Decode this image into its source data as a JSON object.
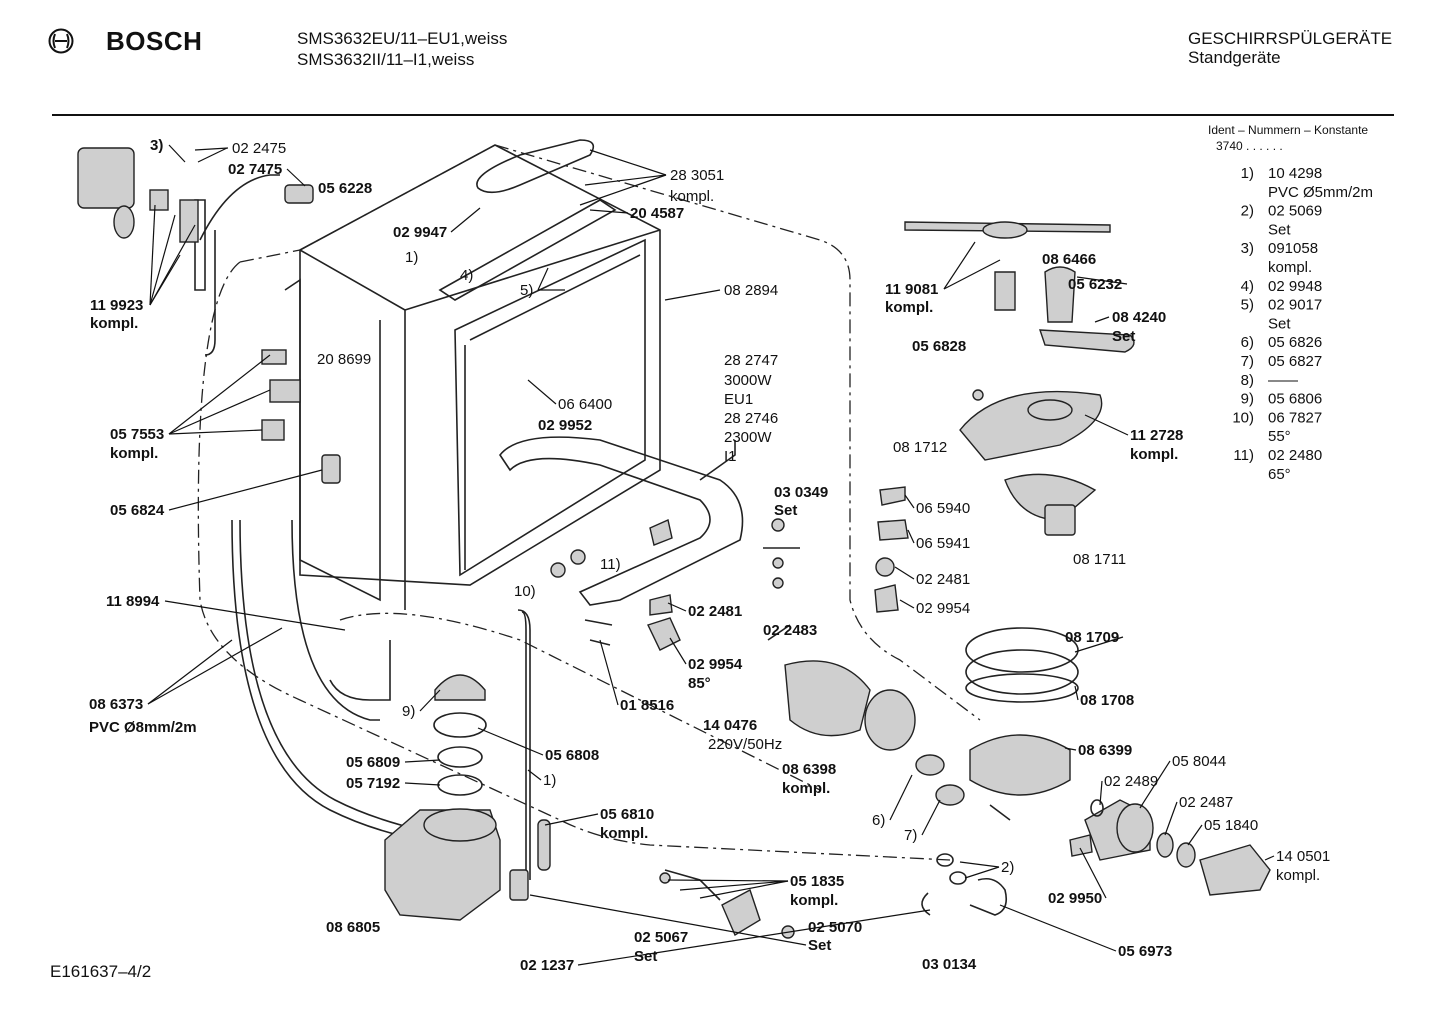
{
  "header": {
    "brand": "BOSCH",
    "model_line_1": "SMS3632EU/11–EU1,weiss",
    "model_line_2": "SMS3632II/11–I1,weiss",
    "category": "GESCHIRRSPÜLGERÄTE",
    "subcategory": "Standgeräte"
  },
  "ident": {
    "title": "Ident – Nummern – Konstante",
    "code": "3740 . . . . . ."
  },
  "legend": [
    [
      "1)",
      "10 4298"
    ],
    [
      "",
      "PVC  Ø5mm/2m"
    ],
    [
      "2)",
      "02 5069"
    ],
    [
      "",
      "Set"
    ],
    [
      "3)",
      "091058"
    ],
    [
      "",
      "kompl."
    ],
    [
      "4)",
      "02 9948"
    ],
    [
      "5)",
      "02 9017"
    ],
    [
      "",
      "Set"
    ],
    [
      "6)",
      "05 6826"
    ],
    [
      "7)",
      "05 6827"
    ],
    [
      "8)",
      "——"
    ],
    [
      "9)",
      "05 6806"
    ],
    [
      "10)",
      "06 7827"
    ],
    [
      "",
      "55°"
    ],
    [
      "11)",
      "02 2480"
    ],
    [
      "",
      "65°"
    ]
  ],
  "callouts": [
    {
      "t": "3)",
      "b": true
    },
    {
      "t": "02 2475",
      "b": false
    },
    {
      "t": "02 7475",
      "b": true
    },
    {
      "t": "05 6228",
      "b": true
    },
    {
      "t": "11 9923",
      "b": true
    },
    {
      "t": "kompl.",
      "b": true
    },
    {
      "t": "28 3051",
      "b": false
    },
    {
      "t": "kompl.",
      "b": false
    },
    {
      "t": "02 9947",
      "b": true
    },
    {
      "t": "20 4587",
      "b": true
    },
    {
      "t": "1)",
      "b": false
    },
    {
      "t": "4)",
      "b": false
    },
    {
      "t": "5)",
      "b": false
    },
    {
      "t": "08 2894",
      "b": false
    },
    {
      "t": "20 8699",
      "b": false
    },
    {
      "t": "28 2747",
      "b": false
    },
    {
      "t": "3000W",
      "b": false
    },
    {
      "t": "EU1",
      "b": false
    },
    {
      "t": "28 2746",
      "b": false
    },
    {
      "t": "2300W",
      "b": false
    },
    {
      "t": "I1",
      "b": false
    },
    {
      "t": "06 6400",
      "b": false
    },
    {
      "t": "02 9952",
      "b": true
    },
    {
      "t": "05 7553",
      "b": true
    },
    {
      "t": "kompl.",
      "b": true
    },
    {
      "t": "05 6824",
      "b": true
    },
    {
      "t": "11 8994",
      "b": true
    },
    {
      "t": "08 6373",
      "b": true
    },
    {
      "t": "PVC Ø8mm/2m",
      "b": true
    },
    {
      "t": "11)",
      "b": false
    },
    {
      "t": "10)",
      "b": false
    },
    {
      "t": "03 0349",
      "b": true
    },
    {
      "t": "Set",
      "b": true
    },
    {
      "t": "02 2481",
      "b": true
    },
    {
      "t": "02 2483",
      "b": true
    },
    {
      "t": "02 9954",
      "b": true
    },
    {
      "t": "85°",
      "b": true
    },
    {
      "t": "01 8516",
      "b": true
    },
    {
      "t": "9)",
      "b": false
    },
    {
      "t": "05 6808",
      "b": true
    },
    {
      "t": "05 6809",
      "b": true
    },
    {
      "t": "05 7192",
      "b": true
    },
    {
      "t": "1)",
      "b": false
    },
    {
      "t": "05 6810",
      "b": true
    },
    {
      "t": "kompl.",
      "b": true
    },
    {
      "t": "14 0476",
      "b": true
    },
    {
      "t": "220V/50Hz",
      "b": false
    },
    {
      "t": "08 6398",
      "b": true
    },
    {
      "t": "kompl.",
      "b": true
    },
    {
      "t": "6)",
      "b": false
    },
    {
      "t": "7)",
      "b": false
    },
    {
      "t": "08 6805",
      "b": true
    },
    {
      "t": "05 1835",
      "b": true
    },
    {
      "t": "kompl.",
      "b": true
    },
    {
      "t": "02 5067",
      "b": true
    },
    {
      "t": "Set",
      "b": true
    },
    {
      "t": "02 5070",
      "b": true
    },
    {
      "t": "Set",
      "b": true
    },
    {
      "t": "02 1237",
      "b": true
    },
    {
      "t": "03 0134",
      "b": true
    },
    {
      "t": "2)",
      "b": false
    },
    {
      "t": "08 6466",
      "b": true
    },
    {
      "t": "11 9081",
      "b": true
    },
    {
      "t": "kompl.",
      "b": true
    },
    {
      "t": "05 6232",
      "b": true
    },
    {
      "t": "08 4240",
      "b": true
    },
    {
      "t": "Set",
      "b": true
    },
    {
      "t": "05 6828",
      "b": true
    },
    {
      "t": "08 1712",
      "b": false
    },
    {
      "t": "11 2728",
      "b": true
    },
    {
      "t": "kompl.",
      "b": true
    },
    {
      "t": "06 5940",
      "b": false
    },
    {
      "t": "06 5941",
      "b": false
    },
    {
      "t": "02 2481",
      "b": false
    },
    {
      "t": "02 9954",
      "b": false
    },
    {
      "t": "08 1711",
      "b": false
    },
    {
      "t": "08 1709",
      "b": true
    },
    {
      "t": "08 1708",
      "b": true
    },
    {
      "t": "08 6399",
      "b": true
    },
    {
      "t": "05 8044",
      "b": false
    },
    {
      "t": "02 2489",
      "b": false
    },
    {
      "t": "02 2487",
      "b": false
    },
    {
      "t": "05 1840",
      "b": false
    },
    {
      "t": "14 0501",
      "b": false
    },
    {
      "t": "kompl.",
      "b": false
    },
    {
      "t": "02 9950",
      "b": true
    },
    {
      "t": "05 6973",
      "b": true
    }
  ],
  "footer": "E161637–4/2"
}
